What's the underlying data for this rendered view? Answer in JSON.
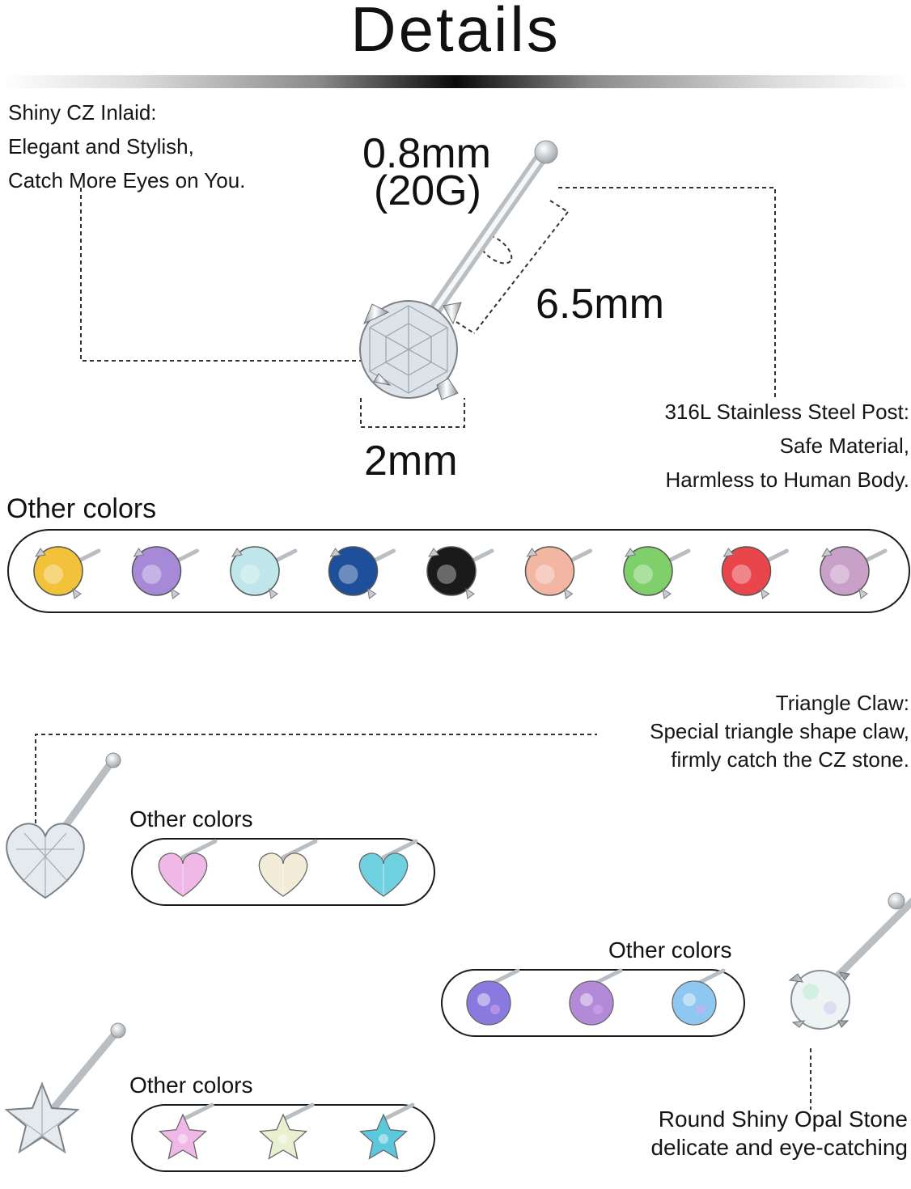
{
  "header": {
    "title": "Details"
  },
  "features": {
    "cz": [
      "Shiny CZ Inlaid:",
      "Elegant and Stylish,",
      "Catch More Eyes on You."
    ],
    "steel": [
      "316L Stainless Steel Post:",
      "Safe Material,",
      "Harmless to Human Body."
    ],
    "triangle": [
      "Triangle Claw:",
      "Special triangle shape claw,",
      "firmly catch the CZ stone."
    ],
    "opal": [
      "Round Shiny Opal Stone",
      "delicate and eye-catching"
    ]
  },
  "dimensions": {
    "gauge_mm": "0.8mm",
    "gauge_g": "(20G)",
    "length": "6.5mm",
    "stone": "2mm"
  },
  "labels": {
    "other_colors": "Other colors"
  },
  "round_colors": [
    "#f2c23a",
    "#a68ad8",
    "#bfe6ea",
    "#1e4f9a",
    "#1a1a1a",
    "#f2b6a2",
    "#7fcf6a",
    "#e8464a",
    "#c8a0c8"
  ],
  "heart_colors": [
    "#f0b8e6",
    "#f2ecd8",
    "#6fd0e0"
  ],
  "opal_colors": [
    "#8a7ae0",
    "#b28ad8",
    "#8ec8f0"
  ],
  "star_colors": [
    "#f0b8e6",
    "#e8f0d0",
    "#5cc8dc"
  ],
  "main_stone_color": "#e8eef2",
  "opal_main_color": "#eef4f4"
}
